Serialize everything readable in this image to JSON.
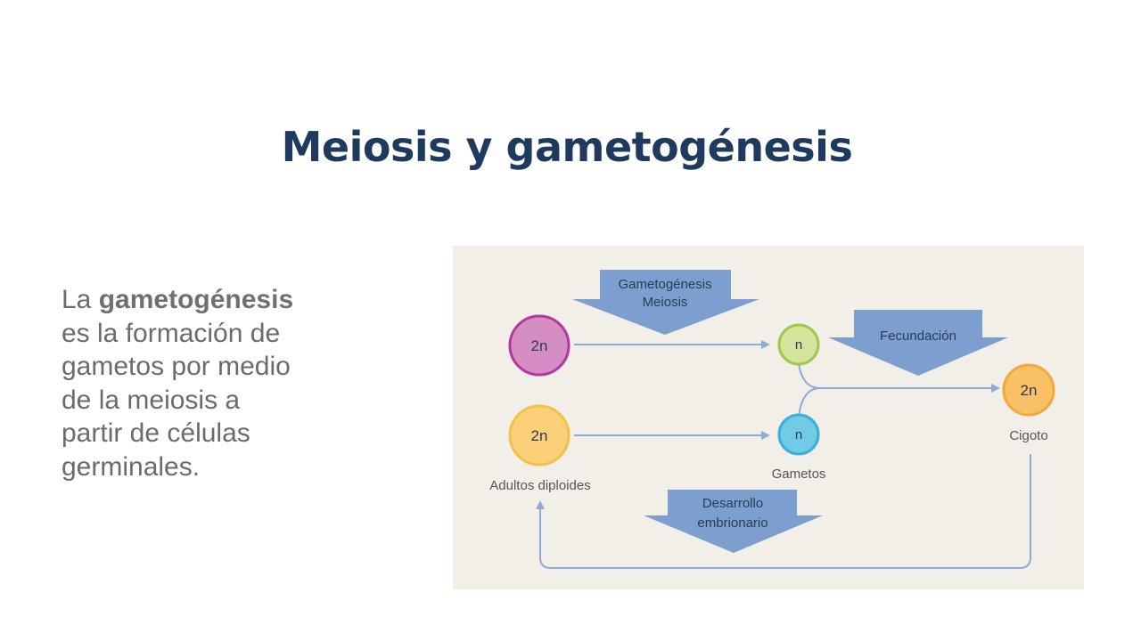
{
  "slide": {
    "title": "Meiosis y gametogénesis",
    "body_prefix": "La ",
    "body_emphasis": "gametogénesis",
    "body_line_2": "es la formación de",
    "body_line_3": "gametos por medio",
    "body_line_4": "de la meiosis a",
    "body_line_5": "partir de células",
    "body_line_6": "germinales."
  },
  "diagram": {
    "arrow_gametogenesis_line1": "Gametogénesis",
    "arrow_gametogenesis_line2": "Meiosis",
    "arrow_fecundacion": "Fecundación",
    "arrow_desarrollo_line1": "Desarrollo",
    "arrow_desarrollo_line2": "embrionario",
    "cell_parent_top": "2n",
    "cell_parent_bottom": "2n",
    "cell_gamete_top": "n",
    "cell_gamete_bottom": "n",
    "cell_zygote": "2n",
    "label_adults": "Adultos diploides",
    "label_gametes": "Gametos",
    "label_zygote": "Cigoto",
    "colors": {
      "block_arrow": "#7d9fd0",
      "connector": "#8eaad6",
      "pink_cell": "#d48ec4",
      "yellow_cell": "#fbd079",
      "green_cell": "#d3e49c",
      "blue_cell": "#6fcbe6",
      "orange_cell": "#f9c065"
    }
  }
}
